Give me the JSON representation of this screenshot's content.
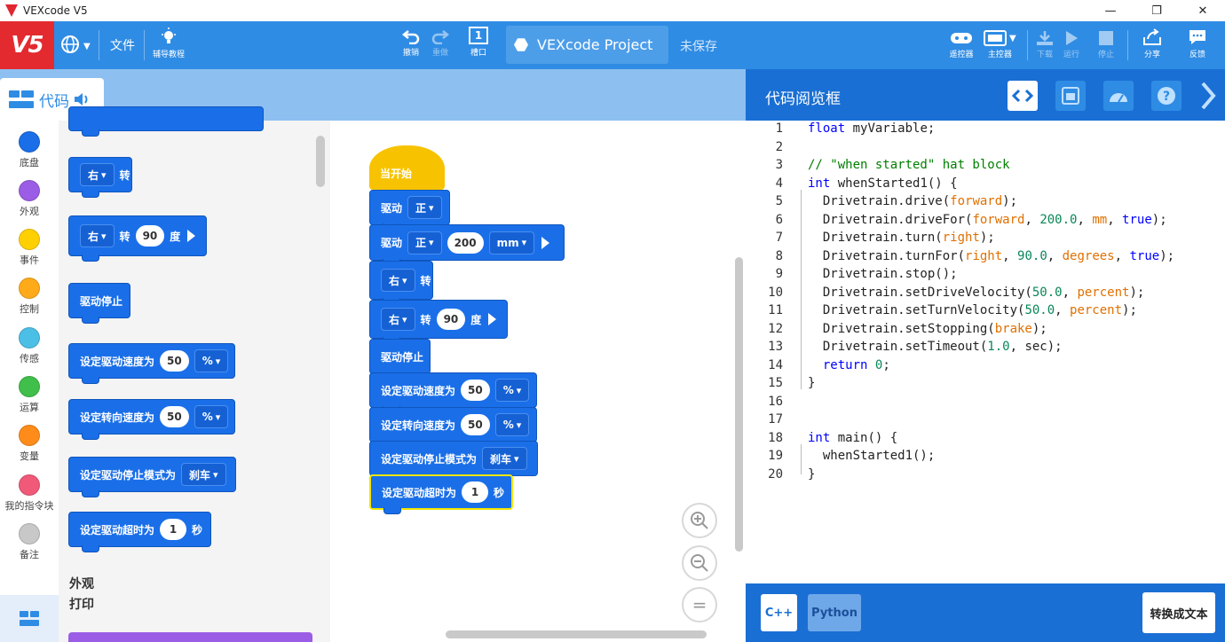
{
  "window": {
    "title": "VEXcode V5",
    "minimize": "—",
    "maximize": "❐",
    "close": "✕"
  },
  "toolbar": {
    "logo": "V5",
    "file": "文件",
    "tutorial": "辅导教程",
    "undo": "撤销",
    "redo": "重做",
    "slot_number": "1",
    "slot": "槽口",
    "project_name": "VEXcode Project",
    "save_status": "未保存",
    "controller": "遥控器",
    "brain": "主控器",
    "download": "下载",
    "run": "运行",
    "stop": "停止",
    "share": "分享",
    "feedback": "反馈"
  },
  "code_tab": {
    "label": "代码"
  },
  "categories": [
    {
      "label": "底盘",
      "color": "#1a6fe8"
    },
    {
      "label": "外观",
      "color": "#9b5de5"
    },
    {
      "label": "事件",
      "color": "#ffd000"
    },
    {
      "label": "控制",
      "color": "#ffab19"
    },
    {
      "label": "传感",
      "color": "#4cbfe6"
    },
    {
      "label": "运算",
      "color": "#40bf4a"
    },
    {
      "label": "变量",
      "color": "#ff8c1a"
    },
    {
      "label": "我的指令块",
      "color": "#f05a78"
    },
    {
      "label": "备注",
      "color": "#c8c8c8"
    }
  ],
  "palette": {
    "b_turn": {
      "dir": "右",
      "txt": "转"
    },
    "b_turn_for": {
      "dir": "右",
      "txt": "转",
      "deg": "90",
      "unit": "度"
    },
    "b_stop": {
      "txt": "驱动停止"
    },
    "b_drive_vel": {
      "txt": "设定驱动速度为",
      "val": "50",
      "unit": "%"
    },
    "b_turn_vel": {
      "txt": "设定转向速度为",
      "val": "50",
      "unit": "%"
    },
    "b_stopping": {
      "txt": "设定驱动停止模式为",
      "mode": "刹车"
    },
    "b_timeout": {
      "txt": "设定驱动超时为",
      "val": "1",
      "unit": "秒"
    },
    "section_looks": "外观",
    "section_print": "打印"
  },
  "workspace": {
    "hat": "当开始",
    "w_drive": {
      "txt": "驱动",
      "dir": "正"
    },
    "w_drive_for": {
      "txt": "驱动",
      "dir": "正",
      "dist": "200",
      "unit": "mm"
    },
    "w_turn": {
      "dir": "右",
      "txt": "转"
    },
    "w_turn_for": {
      "dir": "右",
      "txt": "转",
      "deg": "90",
      "unit": "度"
    },
    "w_stop": {
      "txt": "驱动停止"
    },
    "w_drive_vel": {
      "txt": "设定驱动速度为",
      "val": "50",
      "unit": "%"
    },
    "w_turn_vel": {
      "txt": "设定转向速度为",
      "val": "50",
      "unit": "%"
    },
    "w_stopping": {
      "txt": "设定驱动停止模式为",
      "mode": "刹车"
    },
    "w_timeout": {
      "txt": "设定驱动超时为",
      "val": "1",
      "unit": "秒"
    },
    "zoom_in": "+",
    "zoom_out": "−",
    "zoom_reset": "="
  },
  "viewer": {
    "title": "代码阅览框",
    "cpp": "C++",
    "python": "Python",
    "convert": "转换成文本"
  },
  "code_lines": [
    {
      "n": "1",
      "t": "float myVariable;"
    },
    {
      "n": "2",
      "t": ""
    },
    {
      "n": "3",
      "t": "// \"when started\" hat block"
    },
    {
      "n": "4",
      "t": "int whenStarted1() {"
    },
    {
      "n": "5",
      "t": "  Drivetrain.drive(forward);"
    },
    {
      "n": "6",
      "t": "  Drivetrain.driveFor(forward, 200.0, mm, true);"
    },
    {
      "n": "7",
      "t": "  Drivetrain.turn(right);"
    },
    {
      "n": "8",
      "t": "  Drivetrain.turnFor(right, 90.0, degrees, true);"
    },
    {
      "n": "9",
      "t": "  Drivetrain.stop();"
    },
    {
      "n": "10",
      "t": "  Drivetrain.setDriveVelocity(50.0, percent);"
    },
    {
      "n": "11",
      "t": "  Drivetrain.setTurnVelocity(50.0, percent);"
    },
    {
      "n": "12",
      "t": "  Drivetrain.setStopping(brake);"
    },
    {
      "n": "13",
      "t": "  Drivetrain.setTimeout(1.0, sec);"
    },
    {
      "n": "14",
      "t": "  return 0;"
    },
    {
      "n": "15",
      "t": "}"
    },
    {
      "n": "16",
      "t": ""
    },
    {
      "n": "17",
      "t": ""
    },
    {
      "n": "18",
      "t": "int main() {"
    },
    {
      "n": "19",
      "t": "  whenStarted1();"
    },
    {
      "n": "20",
      "t": "}"
    }
  ]
}
